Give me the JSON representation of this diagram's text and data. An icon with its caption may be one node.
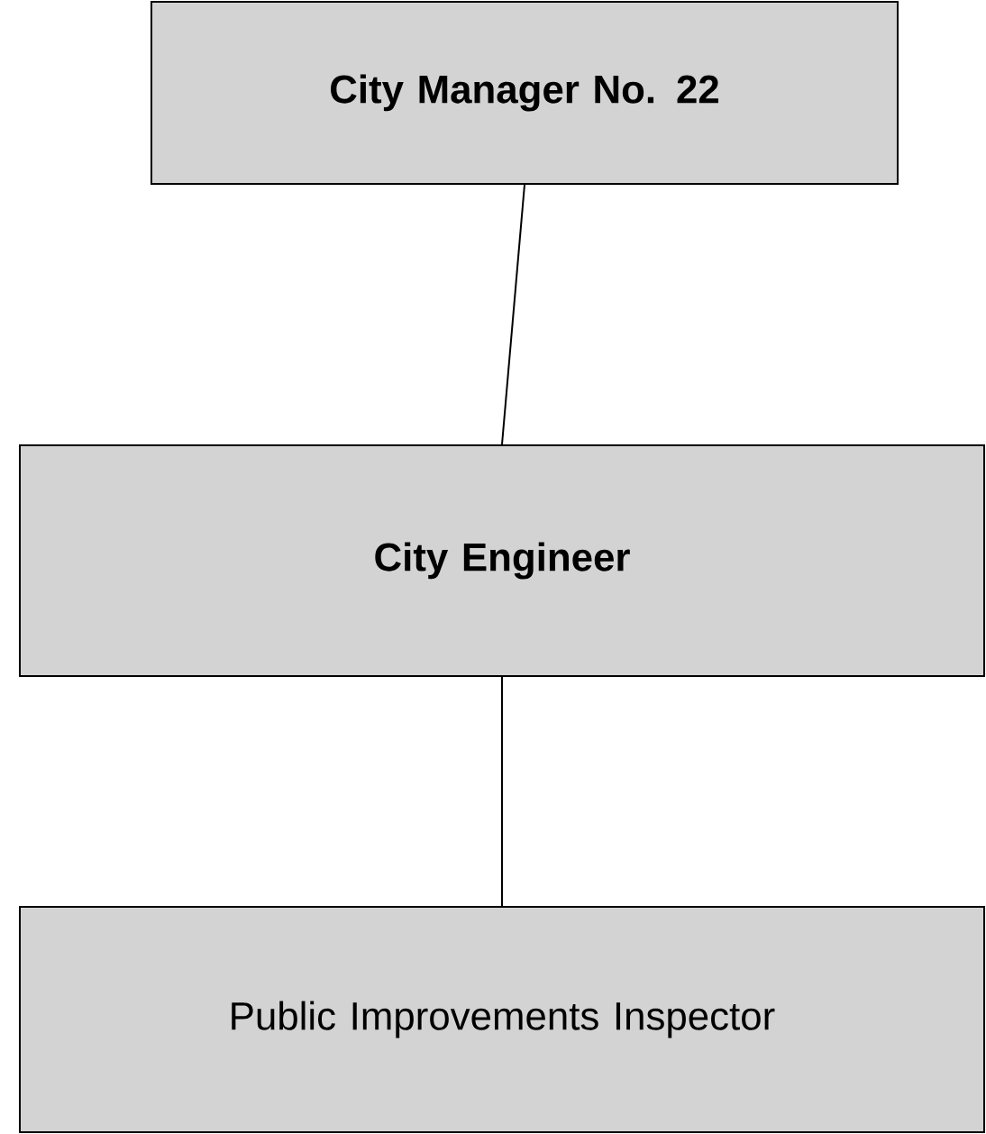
{
  "diagram": {
    "nodes": [
      {
        "text": [
          "City Manager No. 22"
        ]
      },
      {
        "text": [
          "City Engineer"
        ]
      },
      {
        "text": [
          "Public Improvements Inspector"
        ]
      }
    ],
    "edges": [
      {
        "from": 0,
        "to": 1,
        "arrow": "none"
      },
      {
        "from": 1,
        "to": 2,
        "arrow": "none"
      }
    ]
  }
}
